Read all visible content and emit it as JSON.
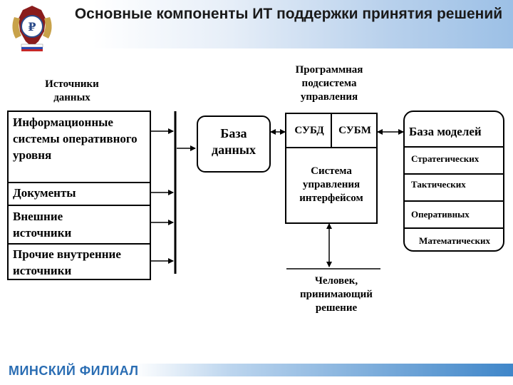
{
  "title": "Основные компоненты ИТ поддержки принятия решений",
  "sources_heading": "Источники данных",
  "sources": [
    "Информационные системы оперативного уровня",
    "Документы",
    "Внешние источники",
    "Прочие внутренние источники"
  ],
  "database": "База данных",
  "control_heading": "Программная подсистема управления",
  "control": {
    "dbms": "СУБД",
    "mbms": "СУБМ",
    "interface": "Система управления интерфейсом"
  },
  "models": {
    "title": "База моделей",
    "items": [
      "Стратегических",
      "Тактических",
      "Оперативных",
      "Математических"
    ]
  },
  "user": "Человек, принимающий решение",
  "footer": "МИНСКИЙ ФИЛИАЛ"
}
